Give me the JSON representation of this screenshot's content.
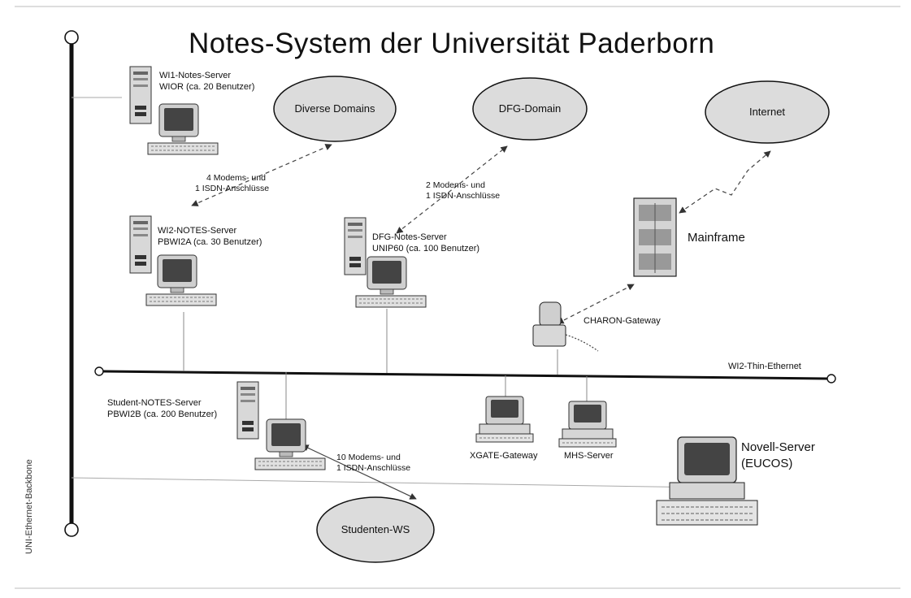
{
  "title": "Notes-System der Universität Paderborn",
  "backbone_label": "UNI-Ethernet-Backbone",
  "thin_ethernet_label": "WI2-Thin-Ethernet",
  "clouds": {
    "diverse": "Diverse Domains",
    "dfg": "DFG-Domain",
    "internet": "Internet",
    "studenten": "Studenten-WS"
  },
  "servers": {
    "wi1": {
      "line1": "WI1-Notes-Server",
      "line2": "WIOR (ca. 20 Benutzer)"
    },
    "wi2": {
      "line1": "WI2-NOTES-Server",
      "line2": "PBWI2A (ca. 30 Benutzer)"
    },
    "dfg": {
      "line1": "DFG-Notes-Server",
      "line2": "UNIP60 (ca. 100 Benutzer)"
    },
    "student": {
      "line1": "Student-NOTES-Server",
      "line2": "PBWI2B (ca. 200 Benutzer)"
    }
  },
  "links": {
    "wi1_modems": {
      "line1": "4 Modems- und",
      "line2": "1 ISDN-Anschlüsse"
    },
    "dfg_modems": {
      "line1": "2 Modems- und",
      "line2": "1 ISDN-Anschlüsse"
    },
    "student_modems": {
      "line1": "10 Modems- und",
      "line2": "1 ISDN-Anschlüsse"
    }
  },
  "devices": {
    "mainframe": "Mainframe",
    "charon": "CHARON-Gateway",
    "xgate": "XGATE-Gateway",
    "mhs": "MHS-Server",
    "novell": {
      "line1": "Novell-Server",
      "line2": "(EUCOS)"
    }
  }
}
